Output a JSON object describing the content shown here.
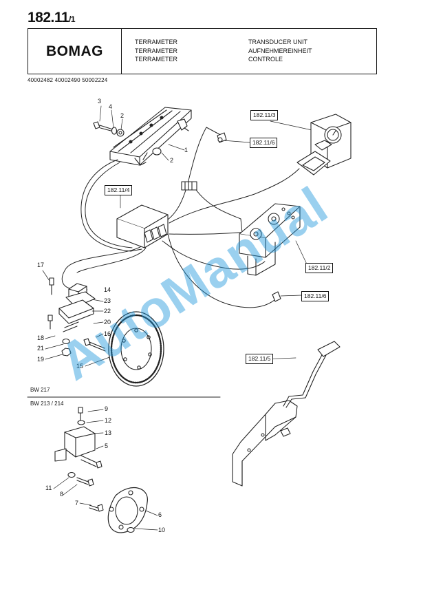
{
  "page_number": "182.11",
  "page_suffix": "/1",
  "brand": "BOMAG",
  "header_lines_left": [
    "TERRAMETER",
    "TERRAMETER",
    "TERRAMETER"
  ],
  "header_lines_right": [
    "TRANSDUCER UNIT",
    "AUFNEHMEREINHEIT",
    "CONTROLE"
  ],
  "reference_codes": "40002482  40002490  50002224",
  "ref_boxes": {
    "r3": "182.11/3",
    "r6a": "182.11/6",
    "r4": "182.11/4",
    "r2": "182.11/2",
    "r6b": "182.11/6",
    "r5": "182.11/5"
  },
  "part_numbers": {
    "p3": "3",
    "p4": "4",
    "p2a": "2",
    "p1": "1",
    "p2b": "2",
    "p17": "17",
    "p14": "14",
    "p23": "23",
    "p22": "22",
    "p20": "20",
    "p16": "16",
    "p18": "18",
    "p21": "21",
    "p19": "19",
    "p15": "15",
    "p9": "9",
    "p12": "12",
    "p13": "13",
    "p5": "5",
    "p11": "11",
    "p8": "8",
    "p7": "7",
    "p6": "6",
    "p10": "10"
  },
  "models": {
    "bw217": "BW 217",
    "bw213": "BW 213 / 214"
  },
  "watermark": "AutoManual"
}
